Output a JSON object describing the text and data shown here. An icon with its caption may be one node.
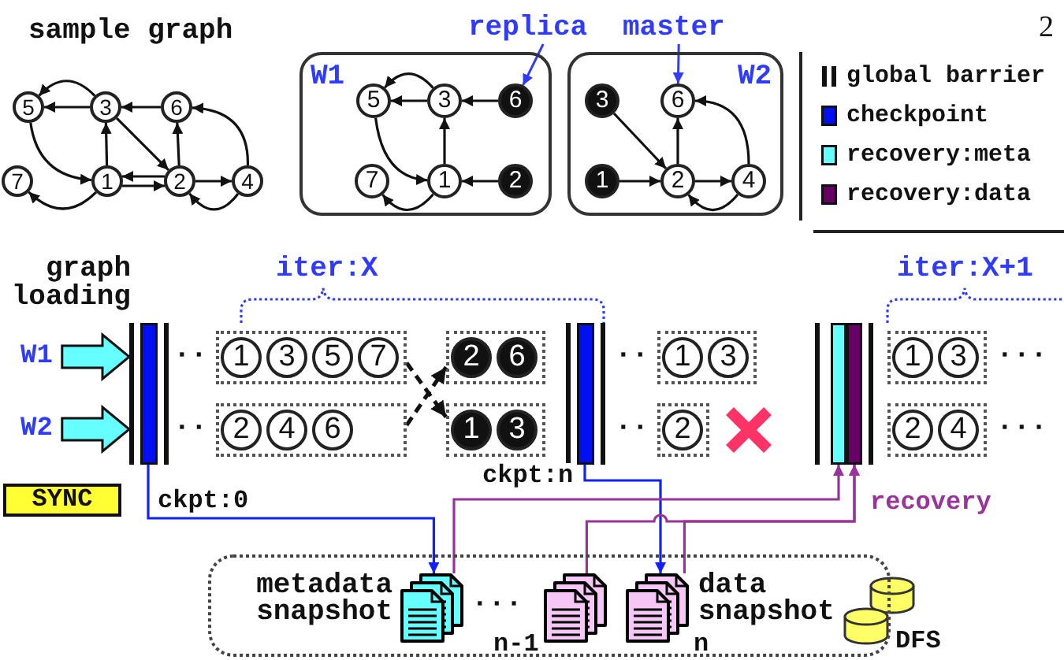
{
  "diagram": {
    "nodes": [
      {
        "text": [
          "replica"
        ]
      },
      {
        "text": [
          "master"
        ]
      },
      {
        "text": [
          "5"
        ]
      },
      {
        "text": [
          "3"
        ]
      },
      {
        "text": [
          "6"
        ]
      },
      {
        "text": [
          "7"
        ]
      },
      {
        "text": [
          "1"
        ]
      },
      {
        "text": [
          "2"
        ]
      },
      {
        "text": [
          "4"
        ]
      },
      {
        "text": [
          "W1"
        ]
      },
      {
        "text": [
          "5"
        ],
        "in": 9
      },
      {
        "text": [
          "3"
        ],
        "in": 9
      },
      {
        "text": [
          "6"
        ],
        "in": 9
      },
      {
        "text": [
          "7"
        ],
        "in": 9
      },
      {
        "text": [
          "1"
        ],
        "in": 9
      },
      {
        "text": [
          "2"
        ],
        "in": 9
      },
      {
        "text": [
          "W2"
        ]
      },
      {
        "text": [
          "3"
        ],
        "in": 16
      },
      {
        "text": [
          "6"
        ],
        "in": 16
      },
      {
        "text": [
          "1"
        ],
        "in": 16
      },
      {
        "text": [
          "2"
        ],
        "in": 16
      },
      {
        "text": [
          "4"
        ],
        "in": 16
      },
      {
        "text": [
          "W1"
        ]
      },
      {
        "text": [
          "W2"
        ]
      },
      {
        "text": [],
        "shape": "bar",
        "beside": [
          "graph loading"
        ]
      },
      {
        "text": [],
        "shape": "box"
      },
      {
        "text": [
          "1"
        ],
        "in": 25
      },
      {
        "text": [
          "3"
        ],
        "in": 25
      },
      {
        "text": [
          "5"
        ],
        "in": 25
      },
      {
        "text": [
          "7"
        ],
        "in": 25
      },
      {
        "text": [],
        "shape": "box"
      },
      {
        "text": [
          "2"
        ],
        "in": 30
      },
      {
        "text": [
          "6"
        ],
        "in": 30
      },
      {
        "text": [],
        "shape": "box"
      },
      {
        "text": [
          "2"
        ],
        "in": 33
      },
      {
        "text": [
          "4"
        ],
        "in": 33
      },
      {
        "text": [
          "6"
        ],
        "in": 33
      },
      {
        "text": [],
        "shape": "box"
      },
      {
        "text": [
          "1"
        ],
        "in": 37
      },
      {
        "text": [
          "3"
        ],
        "in": 37
      },
      {
        "text": [],
        "shape": "bar"
      },
      {
        "text": [],
        "shape": "box"
      },
      {
        "text": [
          "1"
        ],
        "in": 41
      },
      {
        "text": [
          "3"
        ],
        "in": 41
      },
      {
        "text": [],
        "shape": "box"
      },
      {
        "text": [
          "2"
        ],
        "in": 44
      },
      {
        "text": [],
        "shape": "bar"
      },
      {
        "text": [],
        "shape": "bar"
      },
      {
        "text": [],
        "shape": "box"
      },
      {
        "text": [
          "1"
        ],
        "in": 48
      },
      {
        "text": [
          "3"
        ],
        "in": 48
      },
      {
        "text": [],
        "shape": "box"
      },
      {
        "text": [
          "2"
        ],
        "in": 51
      },
      {
        "text": [
          "4"
        ],
        "in": 51
      },
      {
        "text": [
          "SYNC"
        ]
      },
      {
        "text": [
          "DFS"
        ]
      },
      {
        "text": [],
        "shape": "picture",
        "in": 55,
        "beside": [
          "metadata snapshot"
        ]
      },
      {
        "text": [],
        "shape": "picture",
        "in": 55,
        "beside": [
          "n-1"
        ]
      },
      {
        "text": [],
        "shape": "picture",
        "in": 55,
        "beside": [
          "data snapshot",
          "n"
        ]
      }
    ],
    "edges": [
      {
        "from": 3,
        "to": 2,
        "arrow": "to"
      },
      {
        "from": 3,
        "to": 2,
        "arrow": "to"
      },
      {
        "from": 4,
        "to": 3,
        "arrow": "to"
      },
      {
        "from": 2,
        "to": 6,
        "arrow": "to"
      },
      {
        "from": 6,
        "to": 3,
        "arrow": "to"
      },
      {
        "from": 3,
        "to": 7,
        "arrow": "to"
      },
      {
        "from": 7,
        "to": 4,
        "arrow": "to"
      },
      {
        "from": 7,
        "to": 6,
        "arrow": "to"
      },
      {
        "from": 6,
        "to": 7,
        "arrow": "to"
      },
      {
        "from": 7,
        "to": 8,
        "arrow": "to"
      },
      {
        "from": 8,
        "to": 4,
        "arrow": "to"
      },
      {
        "from": 8,
        "to": 7,
        "arrow": "to"
      },
      {
        "from": 6,
        "to": 5,
        "arrow": "to"
      },
      {
        "from": 11,
        "to": 10,
        "arrow": "to"
      },
      {
        "from": 11,
        "to": 10,
        "arrow": "to"
      },
      {
        "from": 12,
        "to": 11,
        "arrow": "to"
      },
      {
        "from": 10,
        "to": 14,
        "arrow": "to"
      },
      {
        "from": 14,
        "to": 11,
        "arrow": "to"
      },
      {
        "from": 15,
        "to": 14,
        "arrow": "to"
      },
      {
        "from": 14,
        "to": 13,
        "arrow": "to"
      },
      {
        "from": 17,
        "to": 20,
        "arrow": "to"
      },
      {
        "from": 20,
        "to": 18,
        "arrow": "to"
      },
      {
        "from": 19,
        "to": 20,
        "arrow": "to"
      },
      {
        "from": 20,
        "to": 21,
        "arrow": "to"
      },
      {
        "from": 21,
        "to": 18,
        "arrow": "to"
      },
      {
        "from": 21,
        "to": 20,
        "arrow": "to"
      },
      {
        "from": 0,
        "to": 12,
        "arrow": "to",
        "color": "#2f3cff"
      },
      {
        "from": 1,
        "to": 18,
        "arrow": "to",
        "color": "#2f3cff"
      },
      {
        "from": 22,
        "to": 24,
        "arrow": "to",
        "style": "thick",
        "color": "#66ffff"
      },
      {
        "from": 23,
        "to": 24,
        "arrow": "to",
        "style": "thick",
        "color": "#66ffff"
      },
      {
        "from": 25,
        "to": 37,
        "arrow": "to",
        "style": "dashed"
      },
      {
        "from": 33,
        "to": 30,
        "arrow": "to",
        "style": "dashed"
      },
      {
        "from": 24,
        "to": 56,
        "arrow": "to",
        "label": "ckpt:0",
        "color": "#1020ff"
      },
      {
        "from": 40,
        "to": 58,
        "arrow": "to",
        "label": "ckpt:n",
        "color": "#1020ff"
      },
      {
        "from": 56,
        "to": 46,
        "arrow": "to",
        "color": "#993399"
      },
      {
        "from": 57,
        "to": 47,
        "arrow": "to",
        "label": "recovery",
        "color": "#993399"
      },
      {
        "from": 58,
        "to": 47,
        "arrow": "to",
        "color": "#993399"
      }
    ],
    "labels": [
      "sample graph",
      "2",
      "iter:X",
      "iter:X+1",
      "··",
      "··",
      "···",
      "··",
      "··",
      "···",
      "···"
    ],
    "legend": [
      {
        "text": "global barrier"
      },
      {
        "text": "checkpoint",
        "color": "#0010f0"
      },
      {
        "text": "recovery:meta",
        "color": "#66ffff"
      },
      {
        "text": "recovery:data",
        "color": "#660066"
      }
    ]
  }
}
